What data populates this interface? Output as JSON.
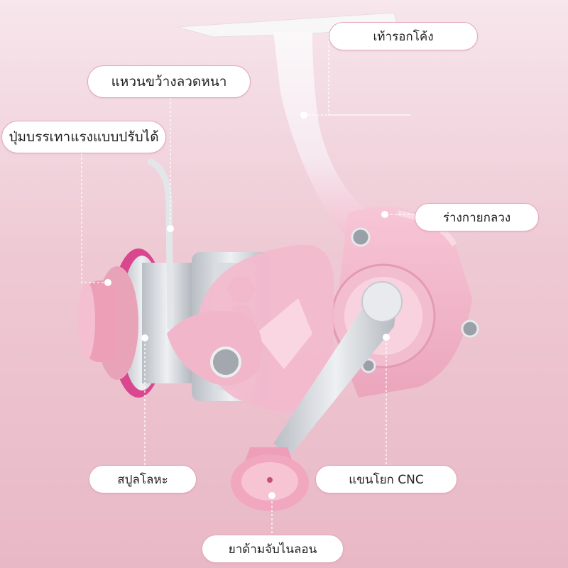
{
  "labels": {
    "foot": "เท้ารอกโค้ง",
    "bail": "แหวนขว้างลวดหนา",
    "drag": "ปุ่มบรรเทาแรงแบบปรับได้",
    "body": "ร่างกายกลวง",
    "spool": "สปูลโลหะ",
    "arm": "แขนโยก CNC",
    "knob": "ยาด้ามจับไนลอน"
  },
  "colors": {
    "reel_pink": "#f0b3c8",
    "reel_white": "#f7f4f6",
    "spool_magenta": "#d9478e",
    "silver": "#cfd3d8"
  }
}
